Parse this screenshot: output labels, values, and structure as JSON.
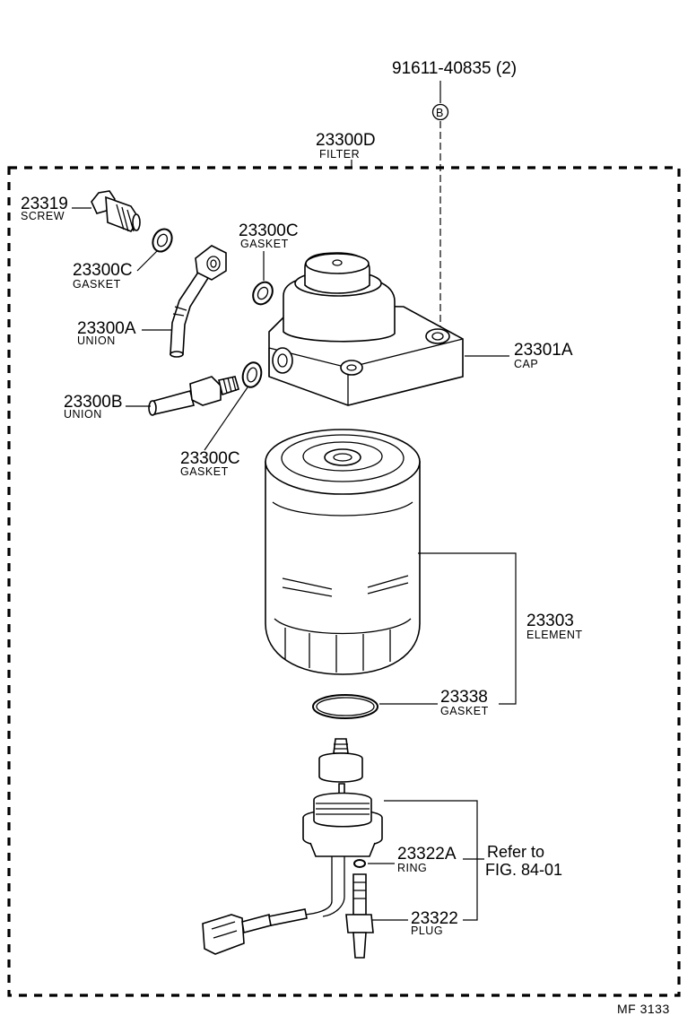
{
  "top_ref": "91611-40835 (2)",
  "ref_marker": "B",
  "assembly": {
    "number": "23300D",
    "desc": "FILTER"
  },
  "parts": {
    "screw": {
      "number": "23319",
      "desc": "SCREW"
    },
    "gasket_a": {
      "number": "23300C",
      "desc": "GASKET"
    },
    "gasket_b": {
      "number": "23300C",
      "desc": "GASKET"
    },
    "gasket_c": {
      "number": "23300C",
      "desc": "GASKET"
    },
    "union_a": {
      "number": "23300A",
      "desc": "UNION"
    },
    "union_b": {
      "number": "23300B",
      "desc": "UNION"
    },
    "cap": {
      "number": "23301A",
      "desc": "CAP"
    },
    "element": {
      "number": "23303",
      "desc": "ELEMENT"
    },
    "element_gasket": {
      "number": "23338",
      "desc": "GASKET"
    },
    "ring": {
      "number": "23322A",
      "desc": "RING"
    },
    "plug": {
      "number": "23322",
      "desc": "PLUG"
    }
  },
  "refer_note": {
    "line1": "Refer to",
    "line2": "FIG. 84-01"
  },
  "figure_code": "MF  3133"
}
